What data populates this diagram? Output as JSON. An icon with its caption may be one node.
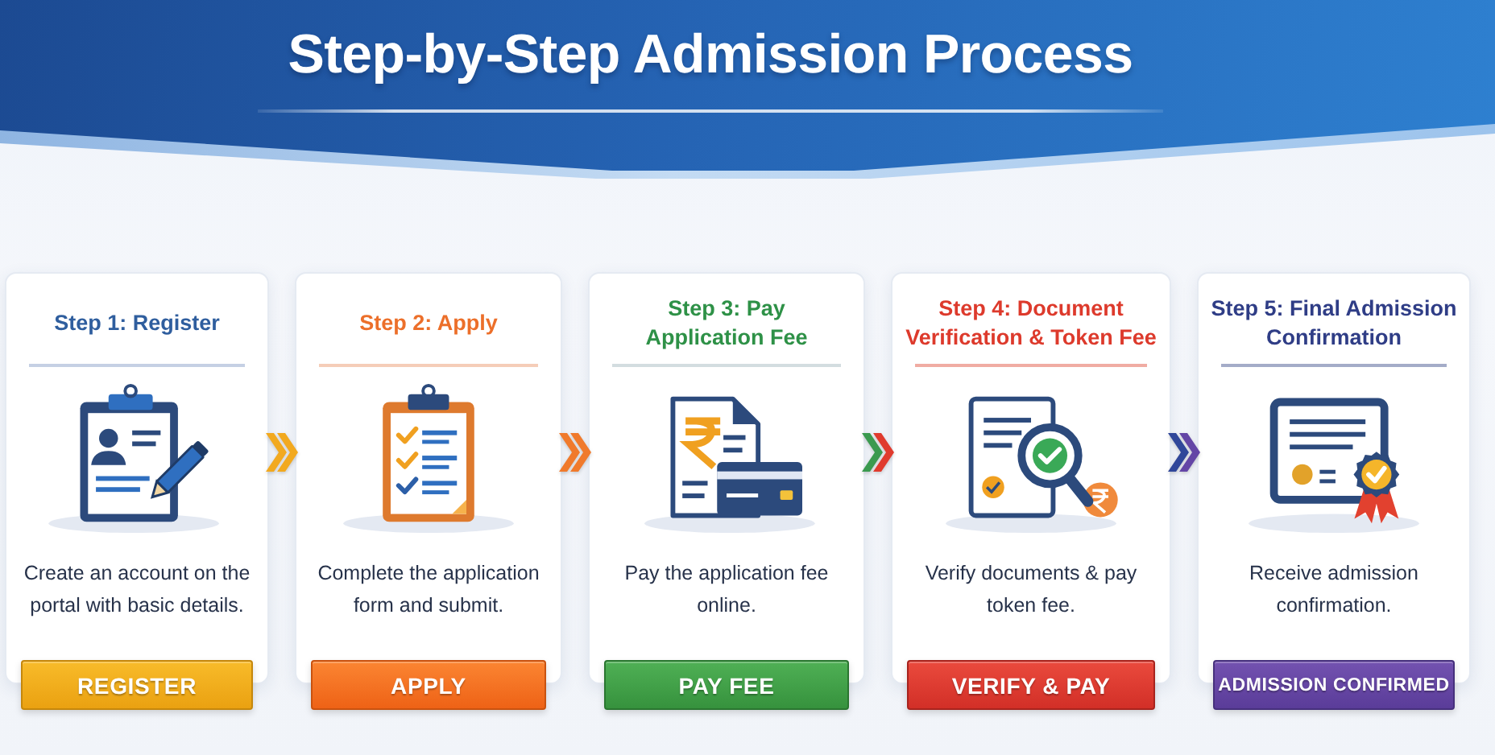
{
  "diagram": {
    "title": "Step-by-Step Admission Process",
    "nodes": [
      {
        "text": [
          "Step 1: Register",
          "Create an account on the portal with basic details."
        ]
      },
      {
        "text": [
          "REGISTER"
        ]
      },
      {
        "text": [
          "Step 2: Apply",
          "Complete the application form and submit."
        ]
      },
      {
        "text": [
          "APPLY"
        ]
      },
      {
        "text": [
          "Step 3: Pay Application Fee",
          "Pay the application fee online."
        ]
      },
      {
        "text": [
          "PAY FEE"
        ]
      },
      {
        "text": [
          "Step 4: Document Verification & Token Fee",
          "Verify documents & pay token fee."
        ]
      },
      {
        "text": [
          "VERIFY & PAY"
        ]
      },
      {
        "text": [
          "Step 5: Final Admission Confirmation",
          "Receive admission confirmation."
        ]
      },
      {
        "text": [
          "ADMISSION CONFIRMED"
        ]
      }
    ],
    "edges": [
      {
        "from": 0,
        "to": 2,
        "arrow": "to",
        "color": "#f2a91f"
      },
      {
        "from": 2,
        "to": 4,
        "arrow": "to",
        "color": "#f07a2c"
      },
      {
        "from": 4,
        "to": 6,
        "arrow": "to",
        "color": "#e03b2e"
      },
      {
        "from": 6,
        "to": 8,
        "arrow": "to",
        "color": "#6446a6"
      }
    ]
  }
}
